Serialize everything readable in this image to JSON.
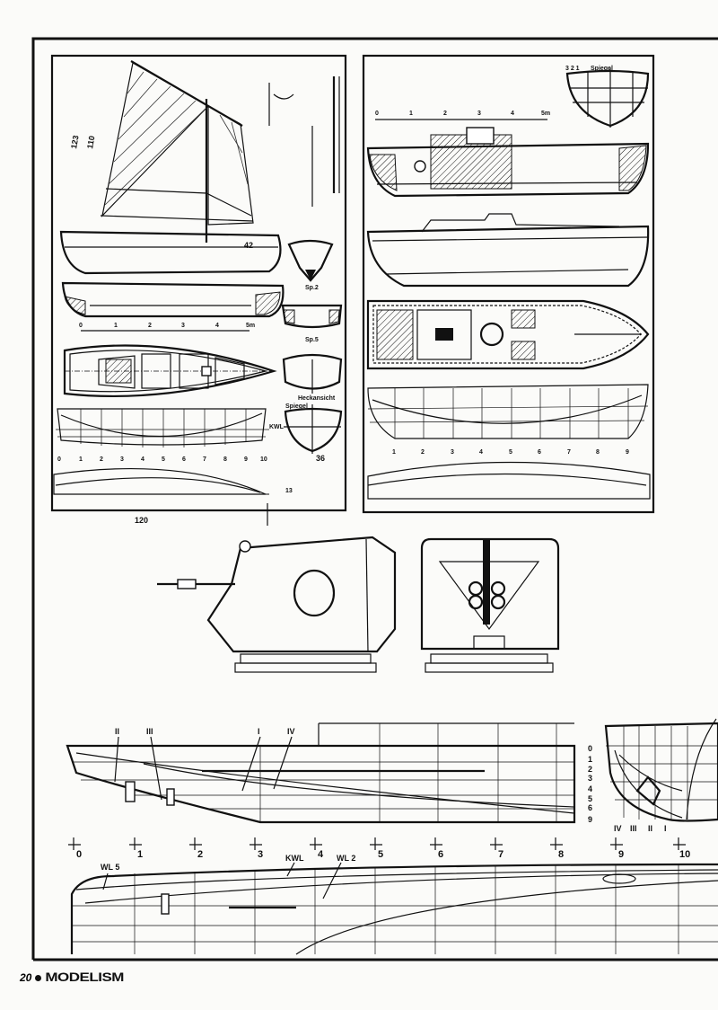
{
  "footer": {
    "page_number": "20",
    "magazine_logo": "MODELISM"
  },
  "sailboat_panel": {
    "dimensions": [
      "123",
      "110",
      "42",
      "120",
      "13"
    ],
    "scale": {
      "ticks": [
        "0",
        "1",
        "2",
        "3",
        "4",
        "5m"
      ]
    },
    "sections": {
      "sp2": "Sp.2",
      "sp5": "Sp.5",
      "stern_view": "Heckansicht",
      "transom": "Spiegel",
      "kwl": "KWL",
      "dim": "36"
    },
    "stations": [
      "0",
      "1",
      "2",
      "3",
      "4",
      "5",
      "6",
      "7",
      "8",
      "9",
      "10"
    ]
  },
  "launch_panel": {
    "scale": {
      "ticks": [
        "0",
        "1",
        "2",
        "3",
        "4",
        "5m"
      ]
    },
    "transom": {
      "label": "Spiegel",
      "marks": [
        "3 2 1"
      ]
    },
    "stations": [
      "1",
      "2",
      "3",
      "4",
      "5",
      "6",
      "7",
      "8",
      "9"
    ]
  },
  "hull_lines": {
    "buttocks": [
      "II",
      "III",
      "I",
      "IV"
    ],
    "stations": [
      "0",
      "1",
      "2",
      "3",
      "4",
      "5",
      "6",
      "7",
      "8",
      "9",
      "10"
    ],
    "waterlines": {
      "wl5": "WL 5",
      "kwl": "KWL",
      "wl2": "WL 2"
    },
    "body_plan_lines": [
      "0",
      "1",
      "2",
      "3",
      "4",
      "5",
      "6",
      "9"
    ],
    "body_plan_buttocks": [
      "IV",
      "III",
      "II",
      "I"
    ]
  }
}
